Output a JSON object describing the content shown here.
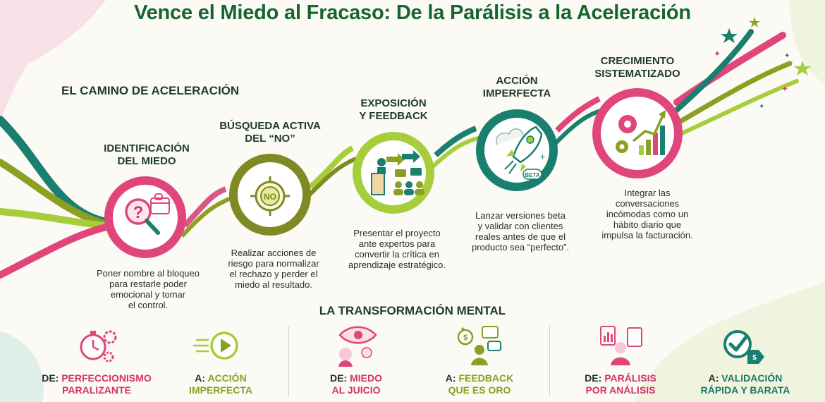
{
  "title": "Vence el Miedo al Fracaso: De la Parálisis a la Aceleración",
  "path_section": {
    "heading": "EL CAMINO DE ACELERACIÓN",
    "steps": [
      {
        "title": "IDENTIFICACIÓN\nDEL MIEDO",
        "description": "Poner nombre al bloqueo\npara restarle poder\nemocional y tomar\nel control.",
        "icon": "magnifier-question-icon",
        "color": "#e0457b"
      },
      {
        "title": "BÚSQUEDA ACTIVA\nDEL “NO”",
        "description": "Realizar acciones de\nriesgo para normalizar\nel rechazo y perder el\nmiedo al resultado.",
        "icon": "target-no-icon",
        "badge": "NO",
        "color": "#7f8a24"
      },
      {
        "title": "EXPOSICIÓN\nY FEEDBACK",
        "description": "Presentar el proyecto\nante expertos para\nconvertir la crítica en\naprendizaje estratégico.",
        "icon": "presentation-feedback-icon",
        "color": "#a6cd3a"
      },
      {
        "title": "ACCIÓN\nIMPERFECTA",
        "description": "Lanzar versiones beta\ny validar con clientes\nreales antes de que el\nproducto sea “perfecto”.",
        "icon": "rocket-beta-icon",
        "badge": "BETA",
        "color": "#1a7f6e"
      },
      {
        "title": "CRECIMIENTO\nSISTEMATIZADO",
        "description": "Integrar las\nconversaciones\nincómodas como un\nhábito diario que\nimpulsa la facturación.",
        "icon": "gears-growth-chart-icon",
        "color": "#e0457b"
      }
    ]
  },
  "transformation_section": {
    "heading": "LA TRANSFORMACIÓN MENTAL",
    "pairs": [
      {
        "from": {
          "prefix": "DE:",
          "text": "PERFECCIONISMO\nPARALIZANTE",
          "icon": "stopwatch-gear-icon",
          "color": "#d6306f"
        },
        "to": {
          "prefix": "A:",
          "text": "ACCIÓN\nIMPERFECTA",
          "icon": "fast-play-icon",
          "color": "#8ba021"
        }
      },
      {
        "from": {
          "prefix": "DE:",
          "text": "MIEDO\nAL JUICIO",
          "icon": "watching-eye-icon",
          "color": "#d6306f"
        },
        "to": {
          "prefix": "A:",
          "text": "FEEDBACK\nQUE ES ORO",
          "icon": "coin-speech-icon",
          "color": "#8ba021"
        }
      },
      {
        "from": {
          "prefix": "DE:",
          "text": "PARÁLISIS\nPOR ANÁLISIS",
          "icon": "reports-stress-icon",
          "color": "#d6306f"
        },
        "to": {
          "prefix": "A:",
          "text": "VALIDACIÓN\nRÁPIDA Y BARATA",
          "icon": "check-price-tag-icon",
          "color": "#16796a"
        }
      }
    ]
  },
  "colors": {
    "title_green": "#15652f",
    "pink": "#e0457b",
    "olive": "#7f8a24",
    "lime": "#a6cd3a",
    "teal": "#1a7f6e"
  }
}
